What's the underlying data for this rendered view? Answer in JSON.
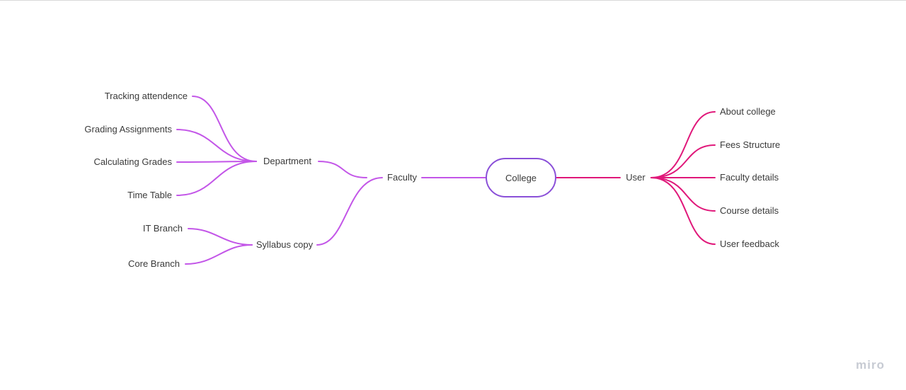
{
  "diagram": {
    "root": "College",
    "colors": {
      "left_branch": "#c356e8",
      "right_branch": "#e0187a",
      "root_border": "#8a4fd8"
    },
    "left": {
      "label": "Faculty",
      "children": [
        {
          "label": "Department",
          "children": [
            "Tracking attendence",
            "Grading Assignments",
            "Calculating Grades",
            "Time Table"
          ]
        },
        {
          "label": "Syllabus copy",
          "children": [
            "IT Branch",
            "Core Branch"
          ]
        }
      ]
    },
    "right": {
      "label": "User",
      "children": [
        "About college",
        "Fees Structure",
        "Faculty details",
        "Course details",
        "User feedback"
      ]
    }
  },
  "watermark": "miro"
}
